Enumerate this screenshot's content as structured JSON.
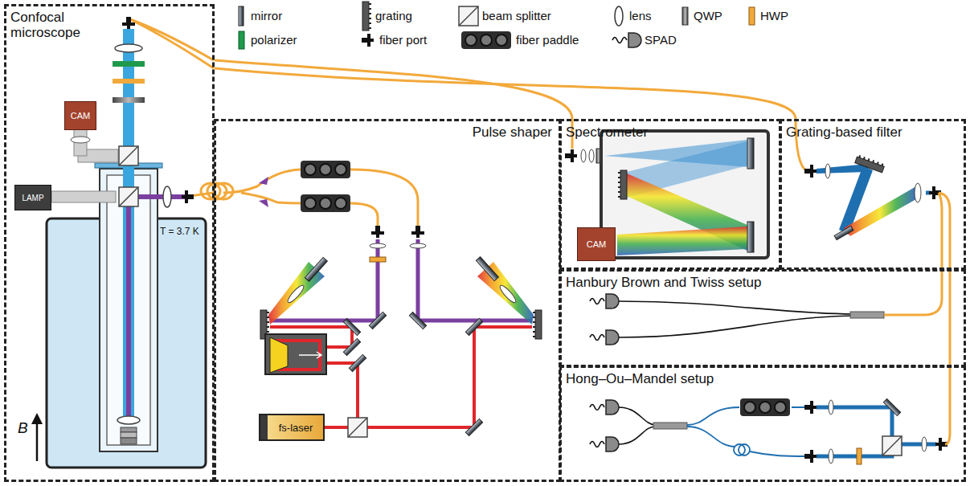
{
  "diagram": {
    "nodes": [
      {
        "text": [
          "Confocal microscope"
        ]
      },
      {
        "text": [
          "CAM"
        ],
        "in": 0
      },
      {
        "text": [
          "LAMP"
        ],
        "in": 0
      },
      {
        "text": [
          "Pulse shaper"
        ]
      },
      {
        "text": [
          "fs-laser"
        ],
        "in": 3
      },
      {
        "text": [
          "Spectrometer"
        ]
      },
      {
        "text": [
          "CAM"
        ],
        "in": 5
      },
      {
        "text": [
          "Grating-based filter"
        ]
      },
      {
        "text": [
          "Hanbury Brown and Twiss setup"
        ]
      },
      {
        "text": [
          "Hong–Ou–Mandel setup"
        ]
      }
    ],
    "edges": [
      {
        "from": 0,
        "to": 3,
        "arrow": "none"
      },
      {
        "from": 0,
        "to": 5,
        "arrow": "none"
      },
      {
        "from": 0,
        "to": 7,
        "arrow": "none"
      },
      {
        "from": 7,
        "to": 8,
        "arrow": "none"
      },
      {
        "from": 7,
        "to": 9,
        "arrow": "none"
      }
    ],
    "labels": [
      "T = 3.7 K",
      "B"
    ],
    "legend": [
      {
        "text": "mirror"
      },
      {
        "text": "grating"
      },
      {
        "text": "beam splitter"
      },
      {
        "text": "lens"
      },
      {
        "text": "QWP"
      },
      {
        "text": "HWP"
      },
      {
        "text": "polarizer"
      },
      {
        "text": "fiber port"
      },
      {
        "text": "fiber paddle"
      },
      {
        "text": "SPAD"
      }
    ]
  }
}
